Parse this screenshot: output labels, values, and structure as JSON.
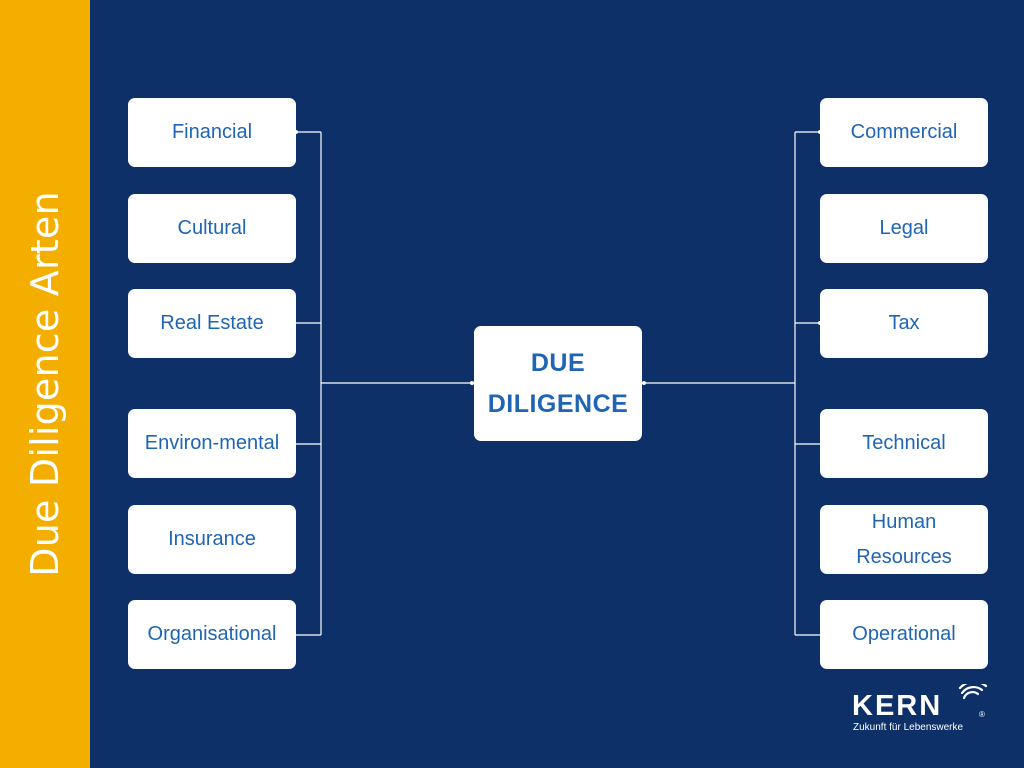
{
  "sidebar": {
    "title": "Due Diligence Arten"
  },
  "center": {
    "line1": "DUE",
    "line2": "DILIGENCE"
  },
  "left_items": [
    {
      "label": "Financial"
    },
    {
      "label": "Cultural"
    },
    {
      "label": "Real Estate"
    },
    {
      "label": "Environ-mental"
    },
    {
      "label": "Insurance"
    },
    {
      "label": "Organisational"
    }
  ],
  "right_items": [
    {
      "label": "Commercial"
    },
    {
      "label": "Legal"
    },
    {
      "label": "Tax"
    },
    {
      "label": "Technical"
    },
    {
      "label": "Human",
      "label2": "Resources"
    },
    {
      "label": "Operational"
    }
  ],
  "logo": {
    "name": "KERN",
    "registered": "®",
    "tagline": "Zukunft für Lebenswerke"
  },
  "colors": {
    "background": "#0d3069",
    "sidebar": "#f4ae00",
    "box_text": "#1f65b3",
    "box_fill": "#ffffff"
  }
}
